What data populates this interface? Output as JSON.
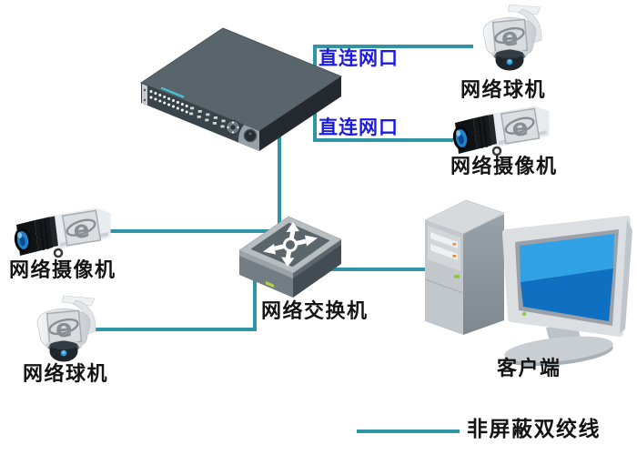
{
  "diagram": {
    "title": "network-surveillance-topology",
    "labels": {
      "dome_camera_top": "网络球机",
      "box_camera_top": "网络摄像机",
      "box_camera_left": "网络摄像机",
      "dome_camera_left": "网络球机",
      "switch": "网络交换机",
      "client": "客户端"
    },
    "annotations": {
      "direct_port_1": "直连网口",
      "direct_port_2": "直连网口"
    },
    "legend": {
      "cable_label": "非屏蔽双绞线"
    },
    "camera_logo": "e",
    "colors": {
      "cable": "#2f94a3",
      "annotation_text": "#1b1be2",
      "label_text": "#141414"
    }
  }
}
